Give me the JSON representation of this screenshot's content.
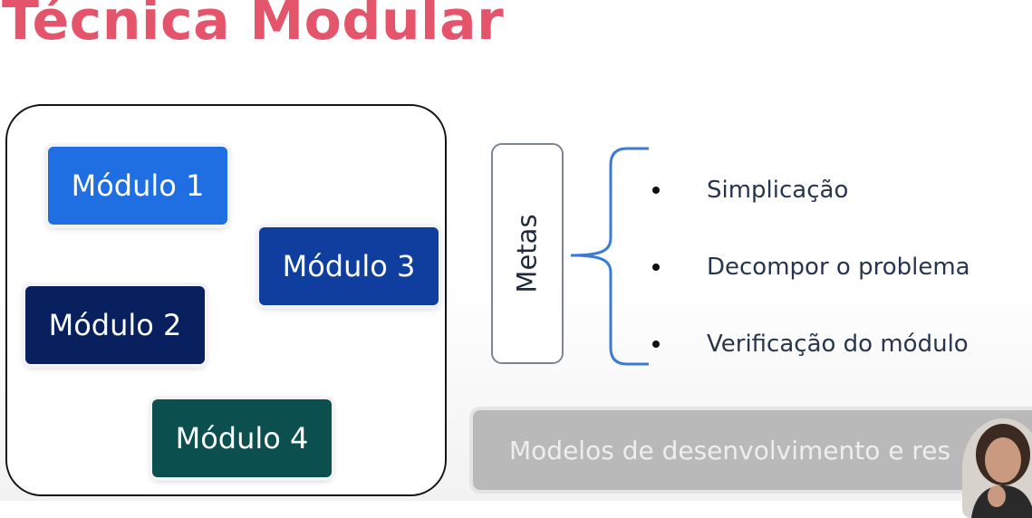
{
  "title": "Técnica Modular",
  "modules": [
    {
      "label": "Módulo 1",
      "color": "#1f6fe3"
    },
    {
      "label": "Módulo 3",
      "color": "#0f3e9e"
    },
    {
      "label": "Módulo 2",
      "color": "#08205e"
    },
    {
      "label": "Módulo 4",
      "color": "#0b4f4f"
    }
  ],
  "metas": {
    "label": "Metas",
    "items": [
      "Simplicação",
      "Decompor o problema",
      "Verificação do módulo"
    ]
  },
  "bottom_banner": {
    "text": "Modelos de desenvolvimento e res"
  },
  "colors": {
    "title": "#e4556c",
    "brace": "#3a7bd5",
    "banner": "#b9b9b9"
  }
}
